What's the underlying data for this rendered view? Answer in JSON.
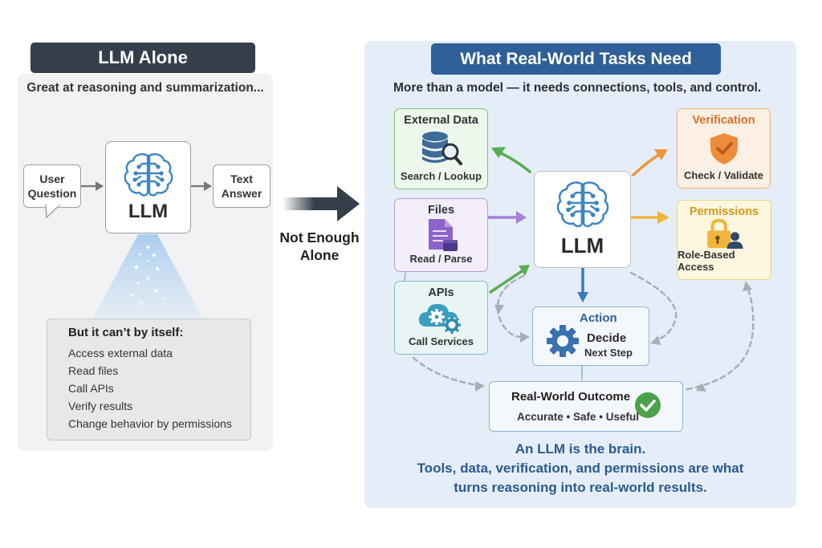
{
  "left": {
    "title": "LLM Alone",
    "subtitle": "Great at reasoning and summarization...",
    "user_question": "User Question",
    "llm_label": "LLM",
    "text_answer": "Text Answer",
    "cant_title": "But it can’t by itself:",
    "cant_items": [
      "Access external data",
      "Read files",
      "Call APIs",
      "Verify results",
      "Change behavior by permissions"
    ]
  },
  "middle": {
    "label_line1": "Not Enough",
    "label_line2": "Alone"
  },
  "right": {
    "title": "What Real-World Tasks Need",
    "subtitle": "More than a model — it needs connections, tools, and control.",
    "llm_label": "LLM",
    "cards": {
      "external_data": {
        "title": "External Data",
        "sub": "Search / Lookup",
        "icon": "database-search-icon",
        "color": "#3d6b9a"
      },
      "files": {
        "title": "Files",
        "sub": "Read / Parse",
        "icon": "document-icon",
        "color": "#8e63c9"
      },
      "apis": {
        "title": "APIs",
        "sub": "Call Services",
        "icon": "cloud-gear-icon",
        "color": "#3a9fbf"
      },
      "verification": {
        "title": "Verification",
        "sub": "Check / Validate",
        "icon": "shield-check-icon",
        "color": "#e07b2a"
      },
      "permissions": {
        "title": "Permissions",
        "sub": "Role-Based Access",
        "icon": "lock-user-icon",
        "color": "#d9a21e"
      }
    },
    "action": {
      "title": "Action",
      "line1": "Decide",
      "line2": "Next Step",
      "icon": "gear-icon"
    },
    "outcome": {
      "title": "Real-World Outcome",
      "sub": "Accurate • Safe • Useful",
      "icon": "check-circle-icon"
    },
    "summary": [
      "An LLM is the brain.",
      "Tools, data, verification, and permissions are what",
      "turns reasoning into real-world results."
    ]
  },
  "colors": {
    "left_title_bg": "#353f4b",
    "right_title_bg": "#2e5f98",
    "brain": "#3d86c6",
    "green": "#5aae4f",
    "purple": "#a77fdc",
    "orange": "#ef963c",
    "yellow": "#f0b53a",
    "blue": "#3a78c2"
  }
}
